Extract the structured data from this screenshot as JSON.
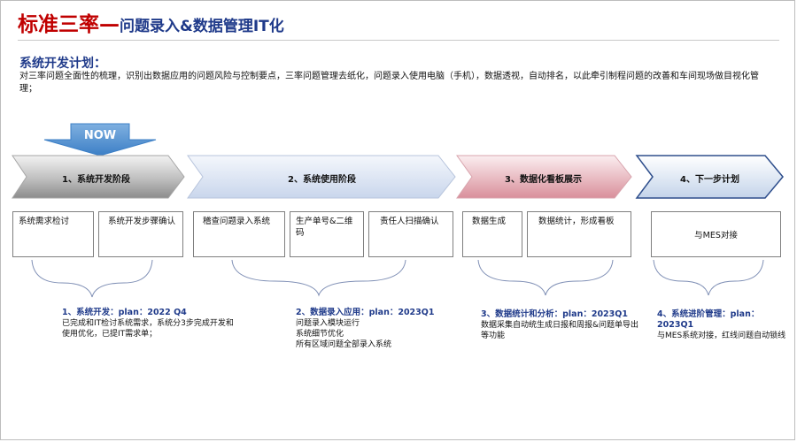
{
  "title": {
    "main": "标准三率",
    "dash": "—",
    "sub": "问题录入&数据管理IT化"
  },
  "section": {
    "heading": "系统开发计划：",
    "intro": "对三率问题全面性的梳理，识别出数据应用的问题风险与控制要点，三率问题管理去纸化，问题录入使用电脑（手机），数据透视，自动排名，以此牵引制程问题的改善和车间现场做目视化管理；"
  },
  "now_marker": "NOW",
  "phases": [
    {
      "label": "1、系统开发阶段",
      "fill": "gray"
    },
    {
      "label": "2、系统使用阶段",
      "fill": "lightblue"
    },
    {
      "label": "3、数据化看板展示",
      "fill": "pink"
    },
    {
      "label": "4、下一步计划",
      "fill": "steelblue"
    }
  ],
  "tasks": {
    "p1": [
      "系统需求检讨",
      "系统开发步骤确认"
    ],
    "p2": [
      "稽查问题录入系统",
      "生产单号&二维码",
      "责任人扫描确认"
    ],
    "p3": [
      "数据生成",
      "数据统计，形成看板"
    ],
    "p4": [
      "与MES对接"
    ]
  },
  "plans": [
    {
      "heading": "1、系统开发：plan：2022 Q4",
      "lines": [
        "已完成和IT检讨系统需求，系统分3步完成开发和使用优化，已提IT需求单；"
      ]
    },
    {
      "heading": "2、数据录入应用：plan：2023Q1",
      "lines": [
        "问题录入模块运行",
        "系统细节优化",
        "所有区域问题全部录入系统"
      ]
    },
    {
      "heading": "3、数据统计和分析：plan：2023Q1",
      "lines": [
        "数据采集自动统生成日报和周报&问题单导出等功能"
      ]
    },
    {
      "heading": "4、系统进阶管理：plan：2023Q1",
      "lines": [
        "与MES系统对接，红线问题自动锁线"
      ]
    }
  ],
  "colors": {
    "title_red": "#c00000",
    "heading_blue": "#1f3a8a",
    "now_arrow": "#5b9bd5",
    "bracket": "#7f8fb5"
  }
}
